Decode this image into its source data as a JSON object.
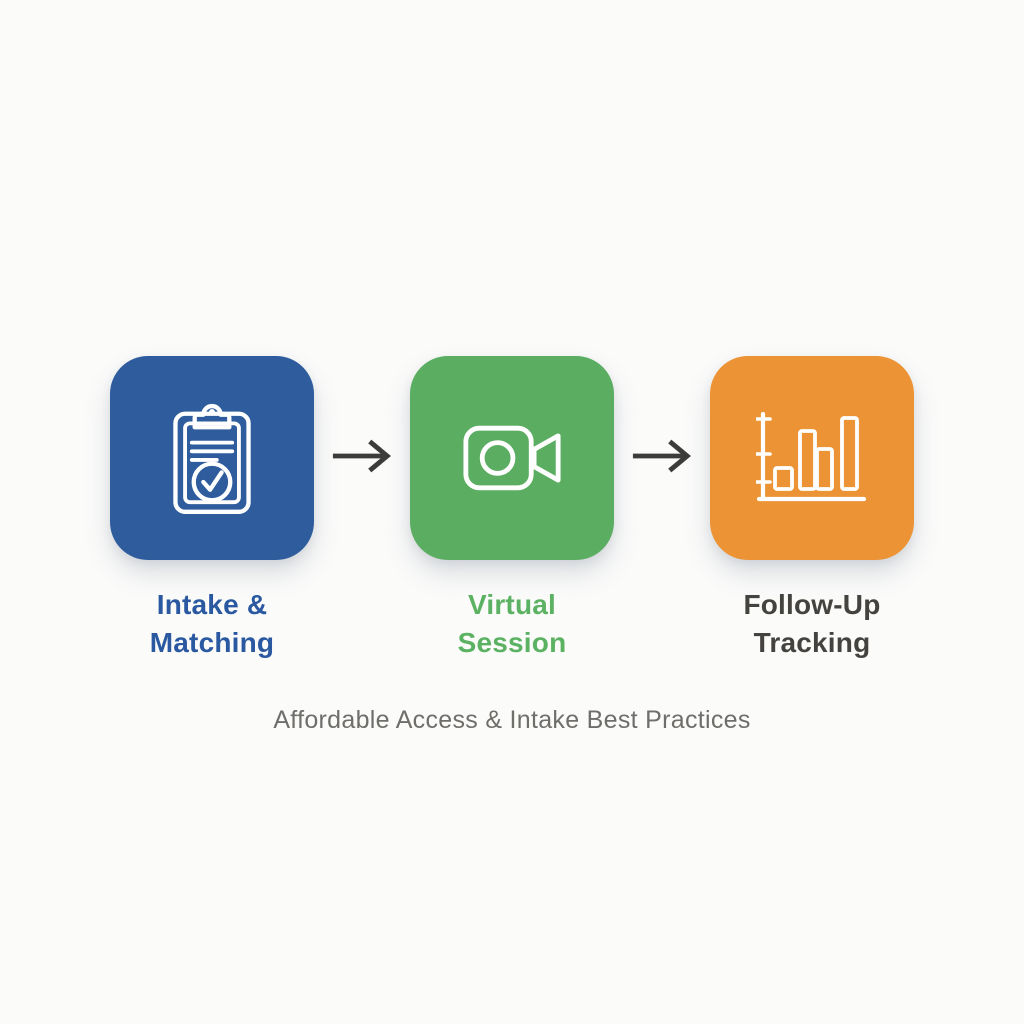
{
  "canvas": {
    "background": "#fbfbfa"
  },
  "flow": {
    "steps": [
      {
        "icon": "clipboard-check-icon",
        "tile_color": "#2e5c9d",
        "label_line1": "Intake &",
        "label_line2": "Matching",
        "label_color": "#2a59a1"
      },
      {
        "icon": "video-camera-icon",
        "tile_color": "#5bad62",
        "label_line1": "Virtual",
        "label_line2": "Session",
        "label_color": "#5cb263"
      },
      {
        "icon": "bar-chart-icon",
        "tile_color": "#ec9335",
        "label_line1": "Follow-Up",
        "label_line2": "Tracking",
        "label_color": "#454340"
      }
    ],
    "arrow": {
      "icon": "arrow-right-icon",
      "color": "#3c3c3a"
    }
  },
  "caption": {
    "text": "Affordable Access & Intake Best Practices",
    "color": "#6f6e6b"
  },
  "icon_stroke_color": "#ffffff"
}
